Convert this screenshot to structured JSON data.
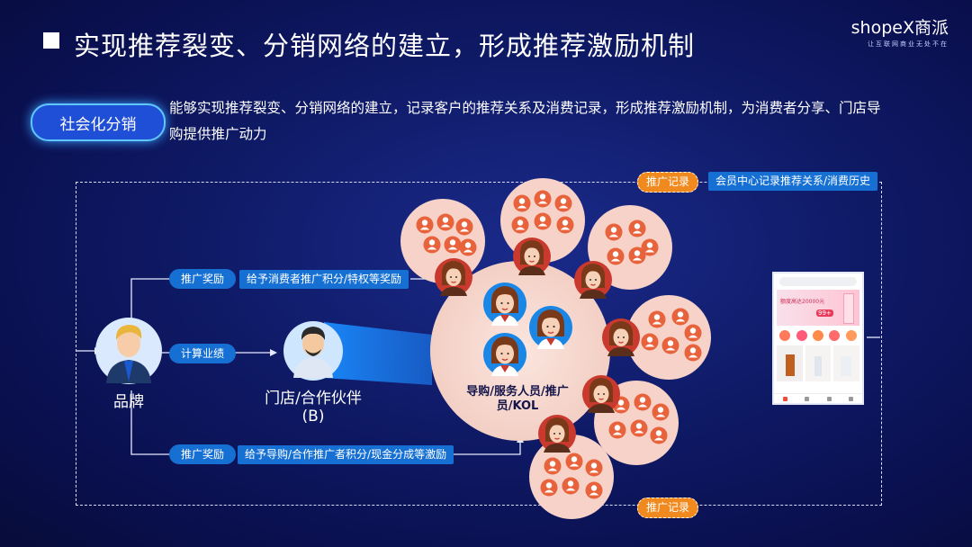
{
  "header": {
    "title": "实现推荐裂变、分销网络的建立，形成推荐激励机制",
    "logo_text": "shopeX商派",
    "logo_slogan": "让互联网商业无处不在"
  },
  "feature": {
    "pill_label": "社会化分销",
    "description": "能够实现推荐裂变、分销网络的建立，记录客户的推荐关系及消费记录，形成推荐激励机制，为消费者分享、门店导购提供推广动力"
  },
  "diagram": {
    "top_record_tag": "推广记录",
    "member_center_tag": "会员中心记录推荐关系/消费历史",
    "bottom_record_tag": "推广记录",
    "brand_label": "品牌",
    "store_label_line1": "门店/合作伙伴",
    "store_label_line2": "(B)",
    "center_label_line1": "导购/服务人员/推广",
    "center_label_line2": "员/KOL",
    "top_reward_tag": "推广奖励",
    "top_reward_desc": "给予消费者推广积分/特权等奖励",
    "perf_tag": "计算业绩",
    "bottom_reward_tag": "推广奖励",
    "bottom_reward_desc": "给予导购/合作推广者积分/现金分成等激励"
  },
  "phone": {
    "banner_amount": "额度高达20000元",
    "badge": "99+"
  },
  "colors": {
    "accent_blue": "#1670d4",
    "accent_orange": "#f08a1e",
    "bubble_fill": "#f6d2c8",
    "background": "#0f1a66"
  }
}
